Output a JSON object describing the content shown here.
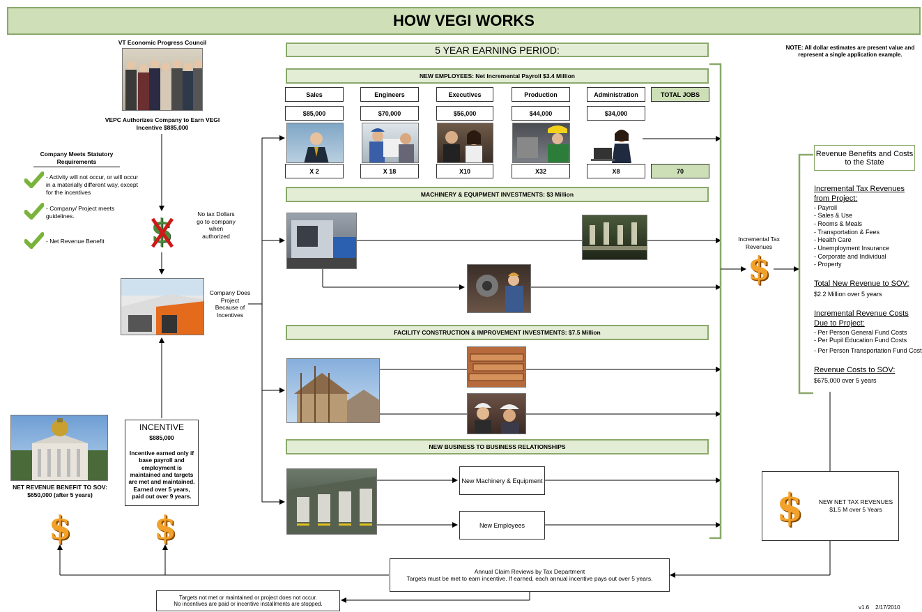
{
  "title": "HOW VEGI WORKS",
  "note": "NOTE: All dollar estimates are present value and represent a single application example.",
  "version": "v1.6    2/17/2010",
  "vepc": {
    "council": "VT Economic Progress Council",
    "authorizes": "VEPC Authorizes Company to Earn VEGI Incentive $885,000"
  },
  "requirements": {
    "title": "Company Meets Statutory Requirements",
    "items": [
      "- Activity will not occur, or will occur in a materially different way, except for the incentives",
      "- Company/ Project meets guidelines.",
      "- Net Revenue Benefit"
    ]
  },
  "no_tax": "No tax Dollars go to company when authorized",
  "company_project": "Company Does Project Because of Incentives",
  "earning_period": "5 YEAR EARNING PERIOD:",
  "employees": {
    "header": "NEW EMPLOYEES: Net Incremental Payroll $3.4 Million",
    "jobs": [
      {
        "title": "Sales",
        "salary": "$85,000",
        "count": "X 2"
      },
      {
        "title": "Engineers",
        "salary": "$70,000",
        "count": "X 18"
      },
      {
        "title": "Executives",
        "salary": "$56,000",
        "count": "X10"
      },
      {
        "title": "Production",
        "salary": "$44,000",
        "count": "X32"
      },
      {
        "title": "Administration",
        "salary": "$34,000",
        "count": "X8"
      }
    ],
    "total_label": "TOTAL JOBS",
    "total_value": "70"
  },
  "machinery_header": "MACHINERY & EQUIPMENT INVESTMENTS: $3 Million",
  "facility_header": "FACILITY CONSTRUCTION & IMPROVEMENT INVESTMENTS: $7.5 Million",
  "b2b": {
    "header": "NEW BUSINESS TO BUSINESS RELATIONSHIPS",
    "machinery": "New Machinery & Equipment",
    "employees": "New Employees"
  },
  "incremental_tax": "Incremental Tax Revenues",
  "revenue_panel": {
    "title": "Revenue Benefits and Costs to the State",
    "tax_heading": "Incremental Tax Revenues from Project:",
    "tax_items": [
      "- Payroll",
      "- Sales & Use",
      "- Rooms & Meals",
      "- Transportation & Fees",
      "- Health Care",
      "- Unemployment Insurance",
      "- Corporate and Individual",
      "- Property"
    ],
    "total_heading": "Total New Revenue to SOV:",
    "total_value": "$2.2 Million over 5 years",
    "costs_heading": "Incremental Revenue Costs Due to Project:",
    "cost_items": [
      "- Per Person General Fund Costs",
      "- Per Pupil Education Fund Costs",
      "- Per Person Transportation Fund Costs"
    ],
    "costs_total_heading": "Revenue Costs to SOV:",
    "costs_total_value": "$675,000 over 5 years"
  },
  "net_tax": "NEW NET TAX REVENUES $1.5 M over 5 Years",
  "annual_review": {
    "line1": "Annual Claim Reviews by Tax Department",
    "line2": "Targets must be met to earn incentive. If earned, each annual incentive pays out over 5 years."
  },
  "targets_not_met": {
    "line1": "Targets not met or maintained or project does not occur.",
    "line2": "No incentives are paid or incentive installments are stopped."
  },
  "incentive": {
    "title": "INCENTIVE",
    "amount": "$885,000",
    "body": "Incentive earned only if base payroll and employment is maintained and targets are met and maintained. Earned over 5 years, paid out over 9 years."
  },
  "net_revenue": "NET REVENUE BENEFIT TO SOV: $650,000 (after 5 years)",
  "icons": [
    "check-icon",
    "dollar-icon",
    "no-dollar-icon"
  ],
  "colors": {
    "bar_fill": "#e3ecd4",
    "bar_border": "#8aa86a",
    "green_box": "#cddfb6",
    "dollar": "#f2a12a"
  }
}
